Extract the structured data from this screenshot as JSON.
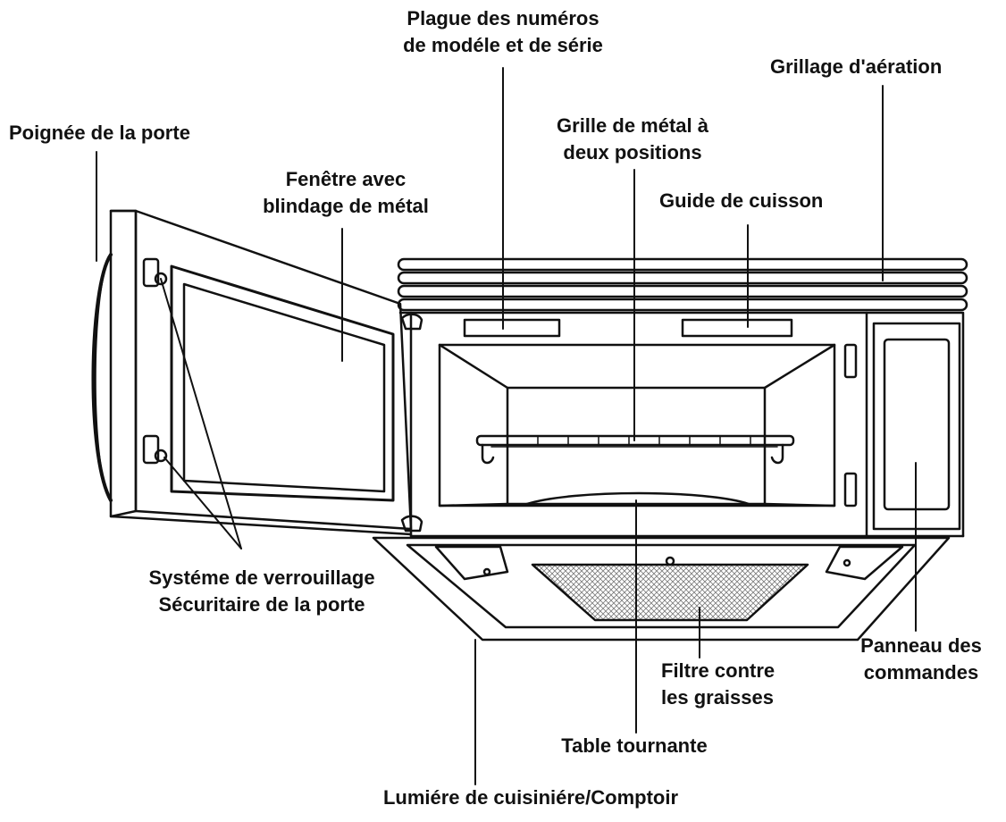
{
  "colors": {
    "ink": "#111111",
    "background": "#ffffff",
    "filter_mesh": "#bdbdbd"
  },
  "labels": {
    "model_plate": {
      "line1": "Plague des numéros",
      "line2": "de modéle et de série"
    },
    "vent_grille": {
      "line1": "Grillage d'aération"
    },
    "door_handle": {
      "line1": "Poignée de la porte"
    },
    "metal_rack": {
      "line1": "Grille de métal à",
      "line2": "deux positions"
    },
    "window": {
      "line1": "Fenêtre avec",
      "line2": "blindage de métal"
    },
    "cooking_guide": {
      "line1": "Guide de cuisson"
    },
    "door_lock": {
      "line1": "Systéme de verrouillage",
      "line2": "Sécuritaire de la porte"
    },
    "control_panel": {
      "line1": "Panneau des",
      "line2": "commandes"
    },
    "grease_filter": {
      "line1": "Filtre contre",
      "line2": "les graisses"
    },
    "turntable": {
      "line1": "Table tournante"
    },
    "cooktop_light": {
      "line1": "Lumiére de cuisiniére/Comptoir"
    }
  }
}
